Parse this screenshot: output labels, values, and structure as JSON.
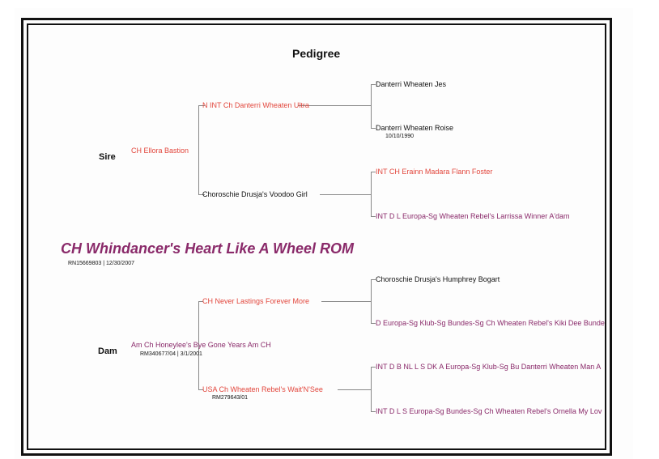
{
  "page": {
    "title": "Pedigree",
    "dog": {
      "name": "CH Whindancer's Heart Like A Wheel ROM",
      "reg": "RN15669803 | 12/30/2007"
    }
  },
  "sire": {
    "label": "Sire",
    "name": "CH Ellora Bastion",
    "sire": {
      "name": "N INT Ch Danterri Wheaten Ultra",
      "sire": {
        "name": "Danterri Wheaten Jes"
      },
      "dam": {
        "name": "Danterri Wheaten Roise",
        "reg": "10/10/1990"
      }
    },
    "dam": {
      "name": "Choroschie Drusja's Voodoo Girl",
      "sire": {
        "name": "INT CH Erainn Madara Flann Foster"
      },
      "dam": {
        "name": "INT D L Europa-Sg Wheaten Rebel's Larrissa Winner A'dam"
      }
    }
  },
  "dam": {
    "label": "Dam",
    "name": "Am Ch Honeylee's Bye Gone Years Am CH",
    "reg": "RM340677/04 | 3/1/2001",
    "sire": {
      "name": "CH Never Lastings Forever More",
      "sire": {
        "name": "Choroschie Drusja's Humphrey Bogart"
      },
      "dam": {
        "name": "D Europa-Sg Klub-Sg Bundes-Sg Ch Wheaten Rebel's Kiki Dee Bunde"
      }
    },
    "dam": {
      "name": "USA Ch Wheaten Rebel's Wait'N'See",
      "reg": "RM279643/01",
      "sire": {
        "name": "INT D B NL L S DK A Europa-Sg Klub-Sg Bu Danterri Wheaten Man A"
      },
      "dam": {
        "name": "INT D L S Europa-Sg Bundes-Sg Ch Wheaten Rebel's Ornella My Lov"
      }
    }
  }
}
